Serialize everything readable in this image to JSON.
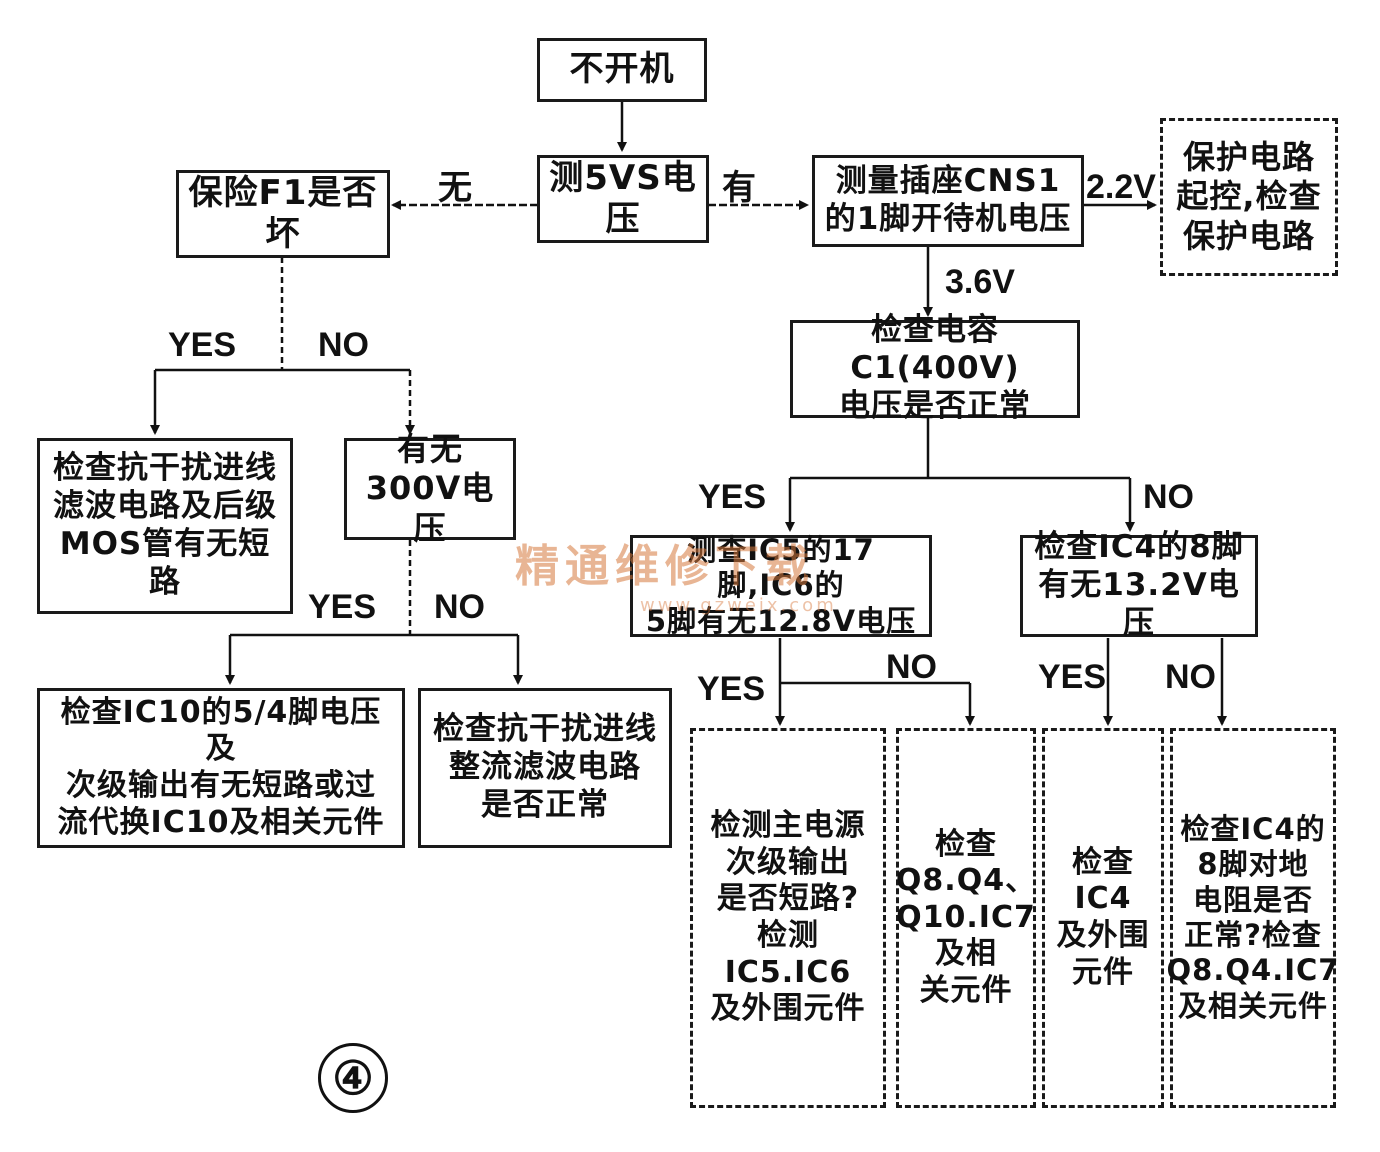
{
  "diagram": {
    "nodes": {
      "start": "不开机",
      "measure_5vs": "测5VS电压",
      "fuse": "保险F1是否坏",
      "cns1": "测量插座CNS1\n的1脚开待机电压",
      "protect": "保护电路\n起控,检查\n保护电路",
      "c1": "检查电容C1(400V)\n电压是否正常",
      "emi_mos": "检查抗干扰进线\n滤波电路及后级\nMOS管有无短路",
      "v300": "有无\n300V电压",
      "ic5_ic6": "测查IC5的17脚,IC6的\n5脚有无12.8V电压",
      "ic4_8": "检查IC4的8脚\n有无13.2V电压",
      "ic10": "检查IC10的5/4脚电压及\n次级输出有无短路或过\n流代换IC10及相关元件",
      "emi_rect": "检查抗干扰进线\n整流滤波电路\n是否正常",
      "main_sec": "检测主电源\n次级输出\n是否短路?\n检测IC5.IC6\n及外围元件",
      "q8_q4": "检查\nQ8.Q4、\nQ10.IC7\n及相\n关元件",
      "ic4_ext": "检查IC4\n及外围\n元件",
      "ic4_res": "检查IC4的\n8脚对地\n电阻是否\n正常?检查\nQ8.Q4.IC7\n及相关元件"
    },
    "labels": {
      "wu": "无",
      "you": "有",
      "v22": "2.2V",
      "v36": "3.6V",
      "yes1": "YES",
      "no1": "NO",
      "yes2": "YES",
      "no2": "NO",
      "yes3": "YES",
      "no3": "NO",
      "yes4": "YES",
      "no4": "NO",
      "yes5": "YES",
      "no5": "NO"
    },
    "figure_number": "④",
    "watermark": "精通维修下载",
    "watermark_url": "www.gzweix.com"
  }
}
